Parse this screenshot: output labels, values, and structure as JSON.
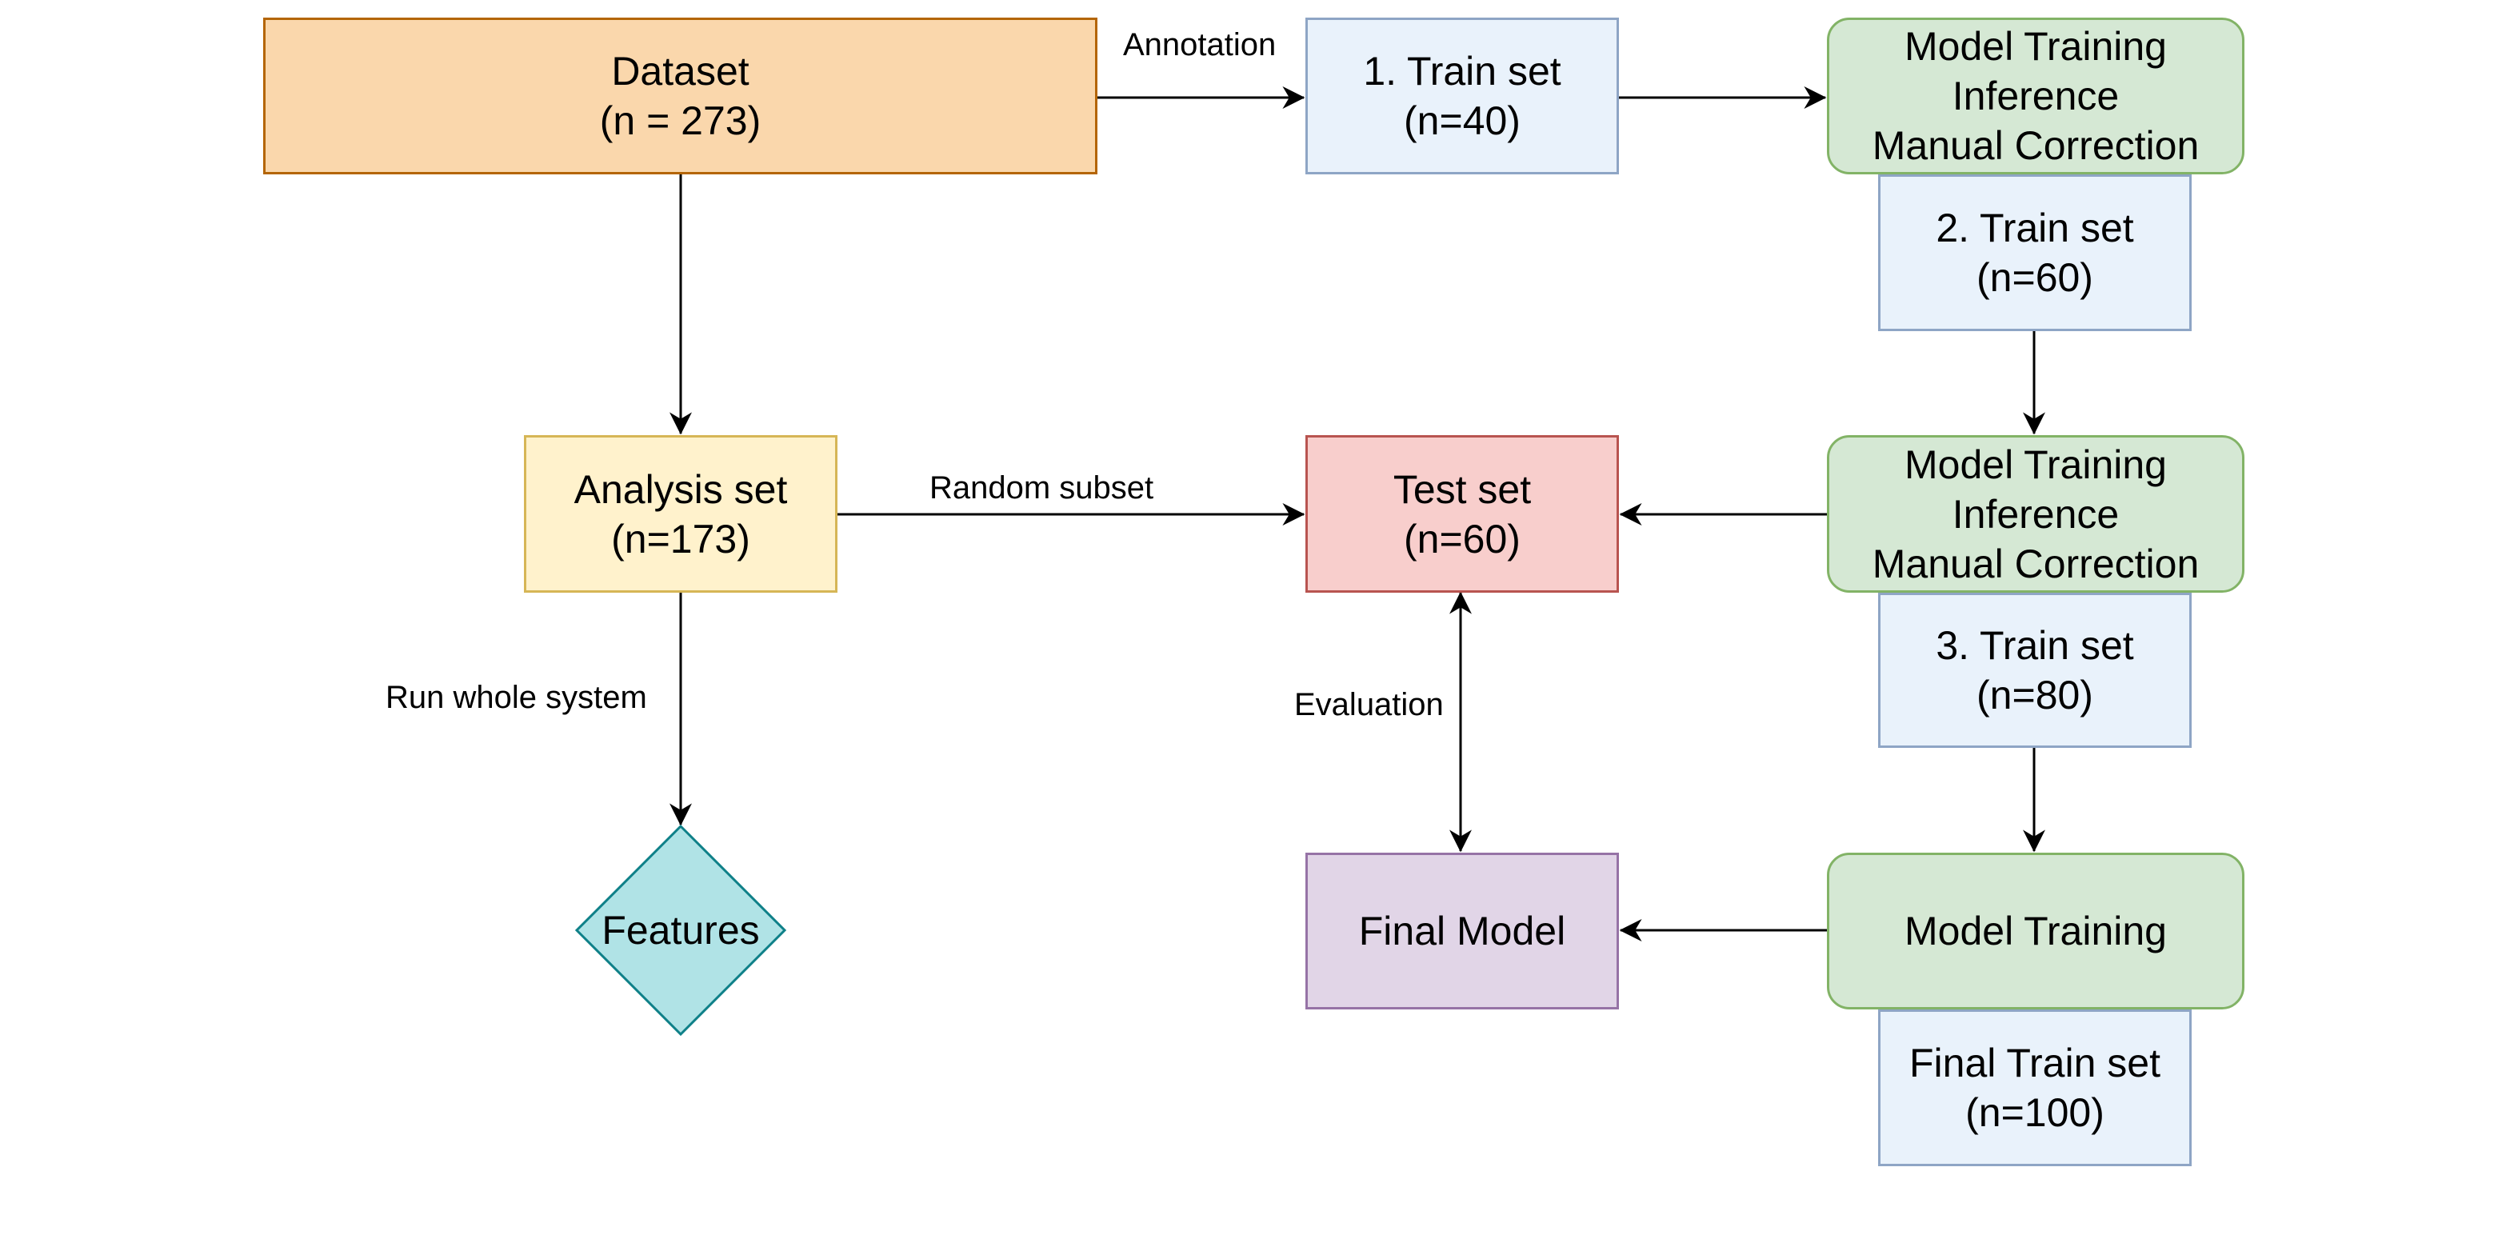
{
  "nodes": {
    "dataset": "Dataset\n(n = 273)",
    "train1": "1. Train set\n(n=40)",
    "mt1": "Model Training\nInference\nManual Correction",
    "train2": "2. Train set\n(n=60)",
    "analysis": "Analysis set\n(n=173)",
    "test": "Test set\n(n=60)",
    "mt2": "Model Training\nInference\nManual Correction",
    "train3": "3. Train set\n(n=80)",
    "features": "Features",
    "final_model": "Final Model",
    "mt3": "Model Training",
    "final_train": "Final Train set\n(n=100)"
  },
  "edge_labels": {
    "annotation": "Annotation",
    "random_subset": "Random subset",
    "run_whole_system": "Run whole system",
    "evaluation": "Evaluation"
  },
  "colors": {
    "dataset": "#fad7ac",
    "train_sets": "#e9f2fb",
    "model_training": "#d5e8d4",
    "analysis": "#fff2cc",
    "test": "#f8cecc",
    "final_model": "#e1d5e7",
    "features": "#b0e3e6"
  }
}
